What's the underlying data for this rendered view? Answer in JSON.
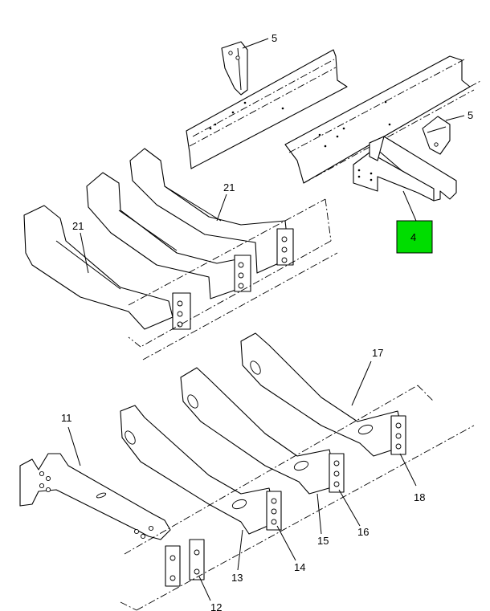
{
  "highlight_color": "#00dd00",
  "callouts": {
    "c5_top": "5",
    "c5_right": "5",
    "c4": "4",
    "c21_upper": "21",
    "c21_lower": "21",
    "c17": "17",
    "c11": "11",
    "c18": "18",
    "c16": "16",
    "c15": "15",
    "c14": "14",
    "c13": "13",
    "c12": "12"
  }
}
